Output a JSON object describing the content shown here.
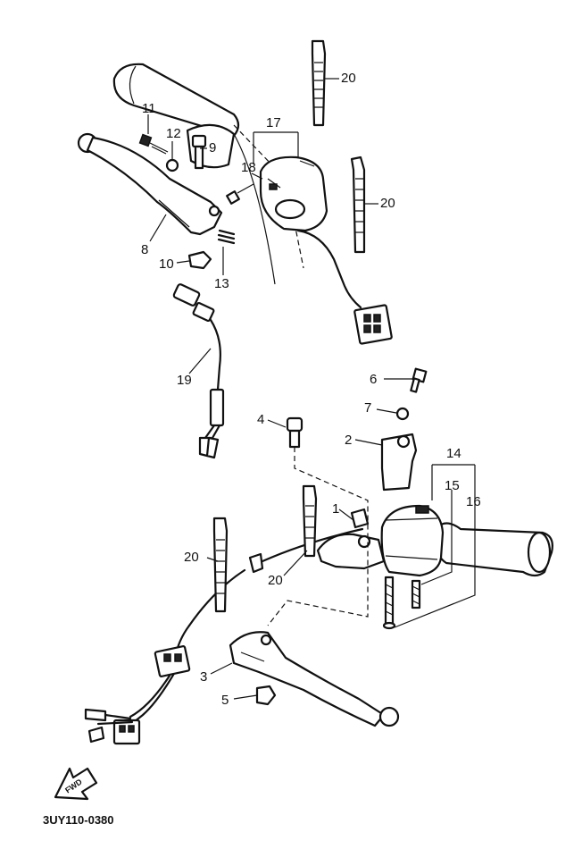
{
  "diagram_code": "3UY110-0380",
  "fwd_label": "FWD",
  "callouts": {
    "n1": "1",
    "n2": "2",
    "n3": "3",
    "n4": "4",
    "n5": "5",
    "n6": "6",
    "n7": "7",
    "n8": "8",
    "n9": "9",
    "n10": "10",
    "n11": "11",
    "n12": "12",
    "n13": "13",
    "n14": "14",
    "n15": "15",
    "n16": "16",
    "n17": "17",
    "n18": "18",
    "n19": "19",
    "n20a": "20",
    "n20b": "20",
    "n20c": "20",
    "n20d": "20"
  }
}
